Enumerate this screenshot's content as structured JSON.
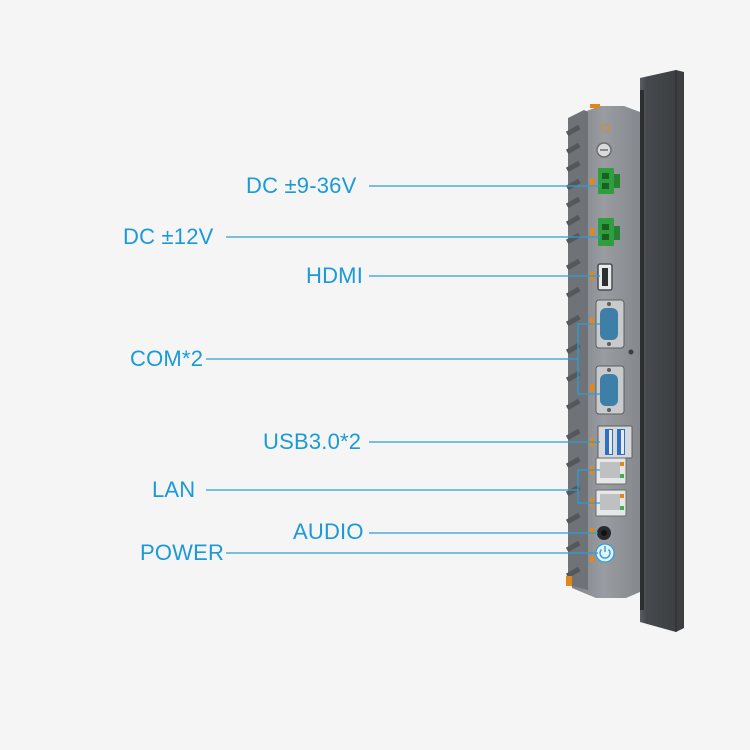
{
  "labels": {
    "dc_9_36v": "DC ±9-36V",
    "dc_12v": "DC ±12V",
    "hdmi": "HDMI",
    "com": "COM*2",
    "usb": "USB3.0*2",
    "lan": "LAN",
    "audio": "AUDIO",
    "power": "POWER"
  },
  "colors": {
    "label_text": "#1a9ad6",
    "leader_line": "#2a9fd8",
    "background": "#f5f5f5",
    "chassis": "#8c8f93",
    "bezel": "#3d3f42",
    "terminal_green": "#2e9e3e",
    "db9_blue": "#3d7fa6",
    "usb_blue": "#2f6fc0",
    "accent_orange": "#e0891a"
  },
  "icons": {
    "power_port": "power-icon",
    "ground_screw": "ground-icon"
  }
}
